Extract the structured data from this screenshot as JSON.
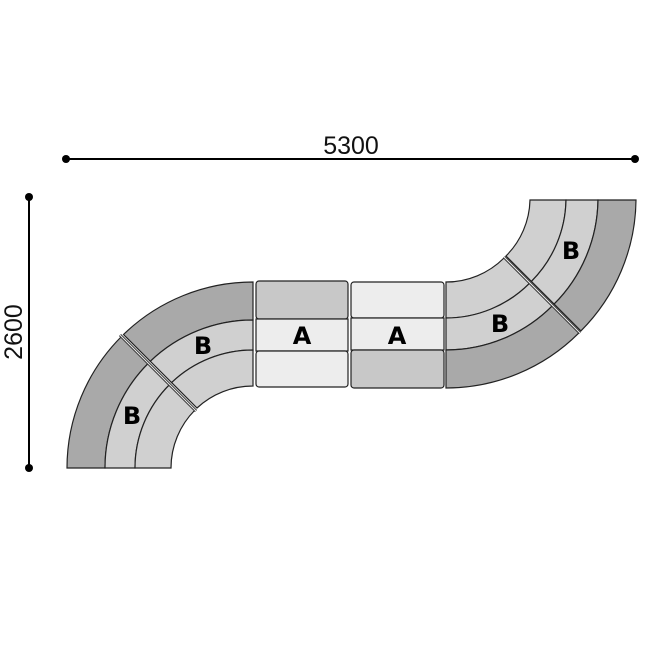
{
  "dimensions": {
    "width_label": "5300",
    "height_label": "2600"
  },
  "colors": {
    "dark": "#a9a9a9",
    "medium": "#d0d0d0",
    "light": "#ededed",
    "outline": "#222222"
  },
  "modules": [
    {
      "id": "left-lower-curve",
      "type": "B",
      "label": "B"
    },
    {
      "id": "left-upper-curve",
      "type": "B",
      "label": "B"
    },
    {
      "id": "straight-1",
      "type": "A",
      "label": "A"
    },
    {
      "id": "straight-2",
      "type": "A",
      "label": "A"
    },
    {
      "id": "right-lower-curve",
      "type": "B",
      "label": "B"
    },
    {
      "id": "right-upper-curve",
      "type": "B",
      "label": "B"
    }
  ]
}
